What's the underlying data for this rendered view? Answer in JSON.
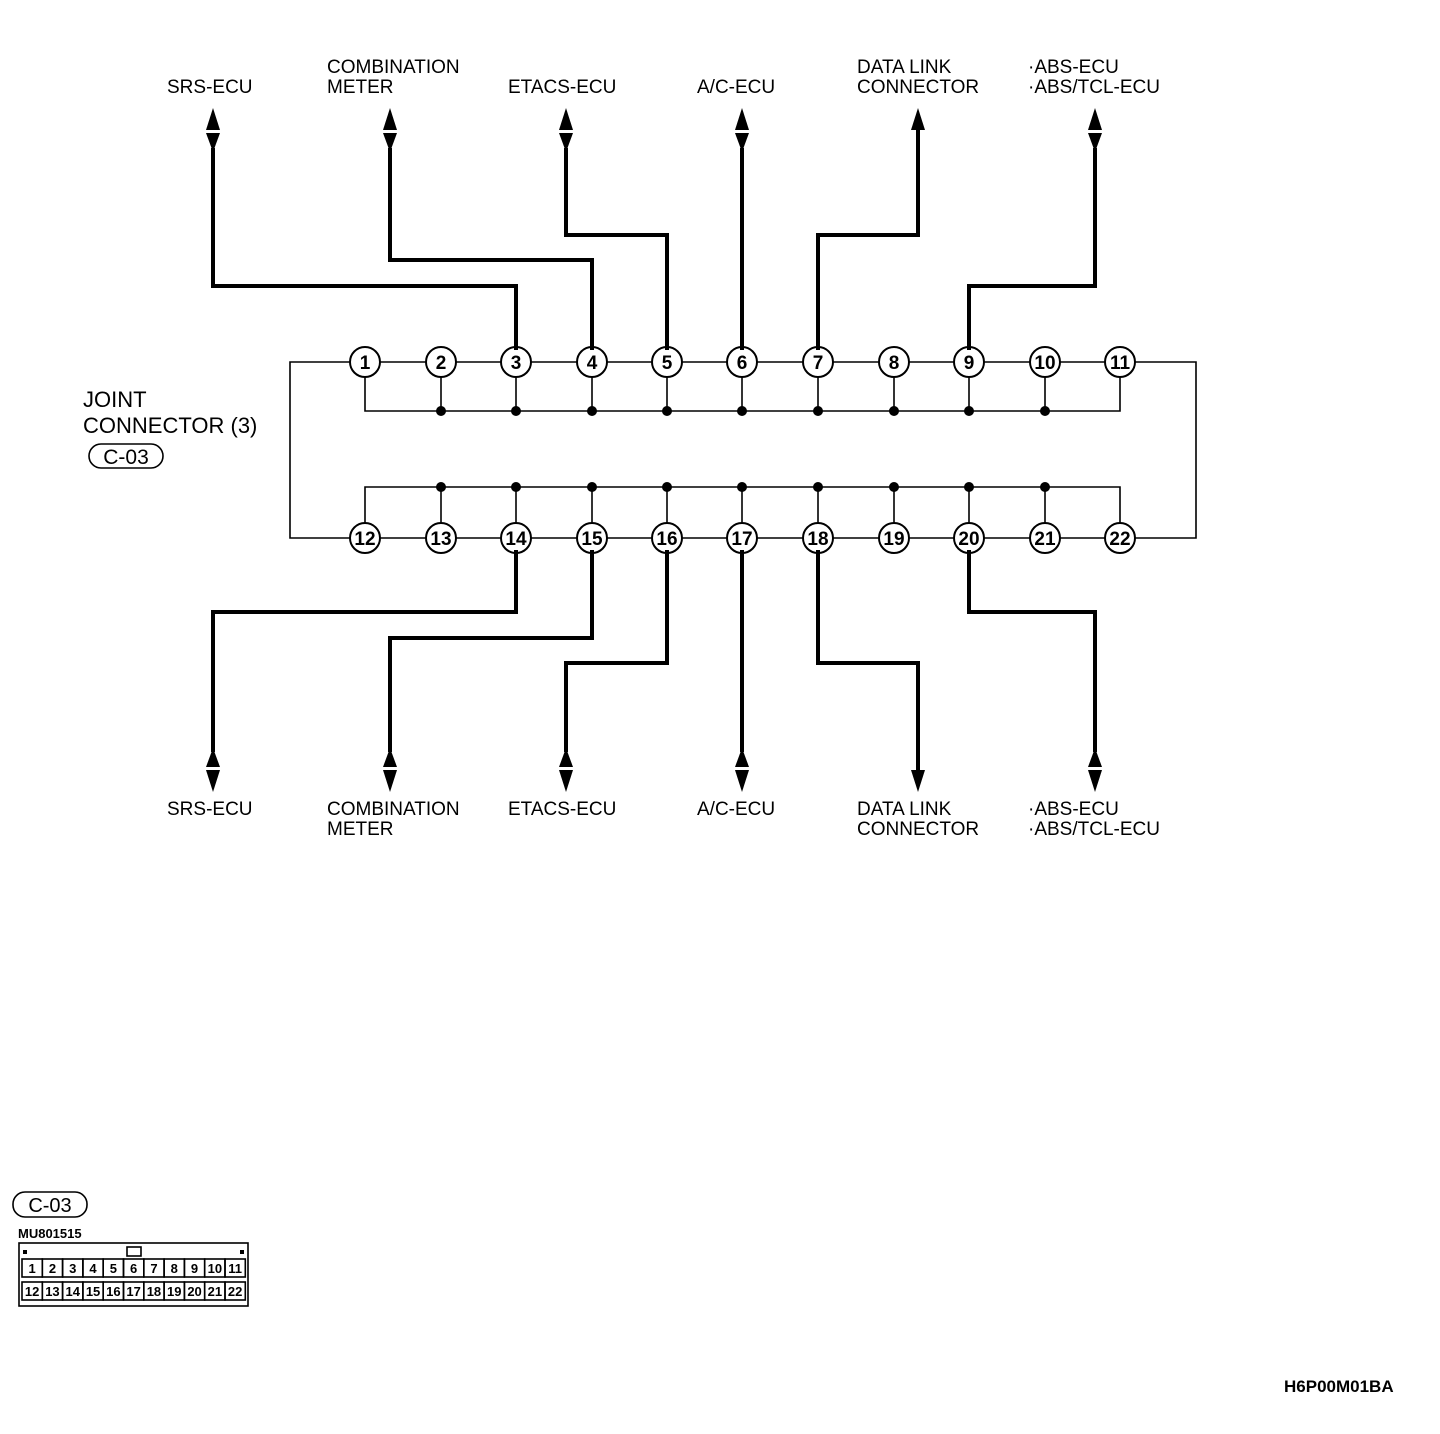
{
  "joint_label": {
    "line1": "JOINT",
    "line2": "CONNECTOR (3)",
    "code": "C-03"
  },
  "top_labels": [
    {
      "lines": [
        "SRS-ECU"
      ],
      "pin": 3
    },
    {
      "lines": [
        "COMBINATION",
        "METER"
      ],
      "pin": 4
    },
    {
      "lines": [
        "ETACS-ECU"
      ],
      "pin": 5
    },
    {
      "lines": [
        "A/C-ECU"
      ],
      "pin": 6
    },
    {
      "lines": [
        "DATA LINK",
        "CONNECTOR"
      ],
      "pin": 7
    },
    {
      "lines": [
        "·ABS-ECU",
        "·ABS/TCL-ECU"
      ],
      "pin": 9
    }
  ],
  "bottom_labels": [
    {
      "lines": [
        "SRS-ECU"
      ],
      "pin": 14
    },
    {
      "lines": [
        "COMBINATION",
        "METER"
      ],
      "pin": 15
    },
    {
      "lines": [
        "ETACS-ECU"
      ],
      "pin": 16
    },
    {
      "lines": [
        "A/C-ECU"
      ],
      "pin": 17
    },
    {
      "lines": [
        "DATA LINK",
        "CONNECTOR"
      ],
      "pin": 18
    },
    {
      "lines": [
        "·ABS-ECU",
        "·ABS/TCL-ECU"
      ],
      "pin": 20
    }
  ],
  "top_pins": [
    "1",
    "2",
    "3",
    "4",
    "5",
    "6",
    "7",
    "8",
    "9",
    "10",
    "11"
  ],
  "bottom_pins": [
    "12",
    "13",
    "14",
    "15",
    "16",
    "17",
    "18",
    "19",
    "20",
    "21",
    "22"
  ],
  "connector_view": {
    "code": "C-03",
    "part_number": "MU801515",
    "row1": [
      "1",
      "2",
      "3",
      "4",
      "5",
      "6",
      "7",
      "8",
      "9",
      "10",
      "11"
    ],
    "row2": [
      "12",
      "13",
      "14",
      "15",
      "16",
      "17",
      "18",
      "19",
      "20",
      "21",
      "22"
    ]
  },
  "figure_id": "H6P00M01BA"
}
